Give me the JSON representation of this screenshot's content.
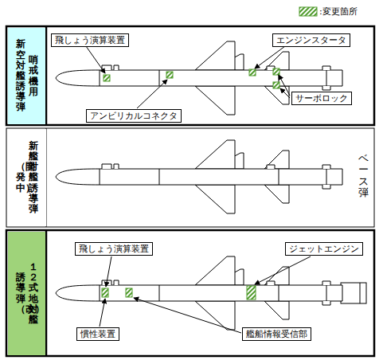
{
  "diagram": {
    "nodes": [
      {
        "text": [
          "哨戒機用",
          "新空対艦誘導弾"
        ]
      },
      {
        "text": [
          "飛しょう演算装置"
        ]
      },
      {
        "text": [
          "エンジンスタータ"
        ]
      },
      {
        "text": [
          "アンビリカルコネクタ"
        ]
      },
      {
        "text": [
          "サーボロック"
        ]
      },
      {
        "text": [
          "新艦対艦誘導弾",
          "（開発中）"
        ]
      },
      {
        "text": [
          "１２式地対艦",
          "誘導弾（改）"
        ]
      },
      {
        "text": [
          "飛しょう演算装置"
        ]
      },
      {
        "text": [
          "ジェットエンジン"
        ]
      },
      {
        "text": [
          "慣性装置"
        ]
      },
      {
        "text": [
          "艦船情報受信部"
        ]
      }
    ],
    "labels": [
      "ベース弾"
    ],
    "legend": [
      {
        "text": ":変更箇所"
      }
    ]
  }
}
